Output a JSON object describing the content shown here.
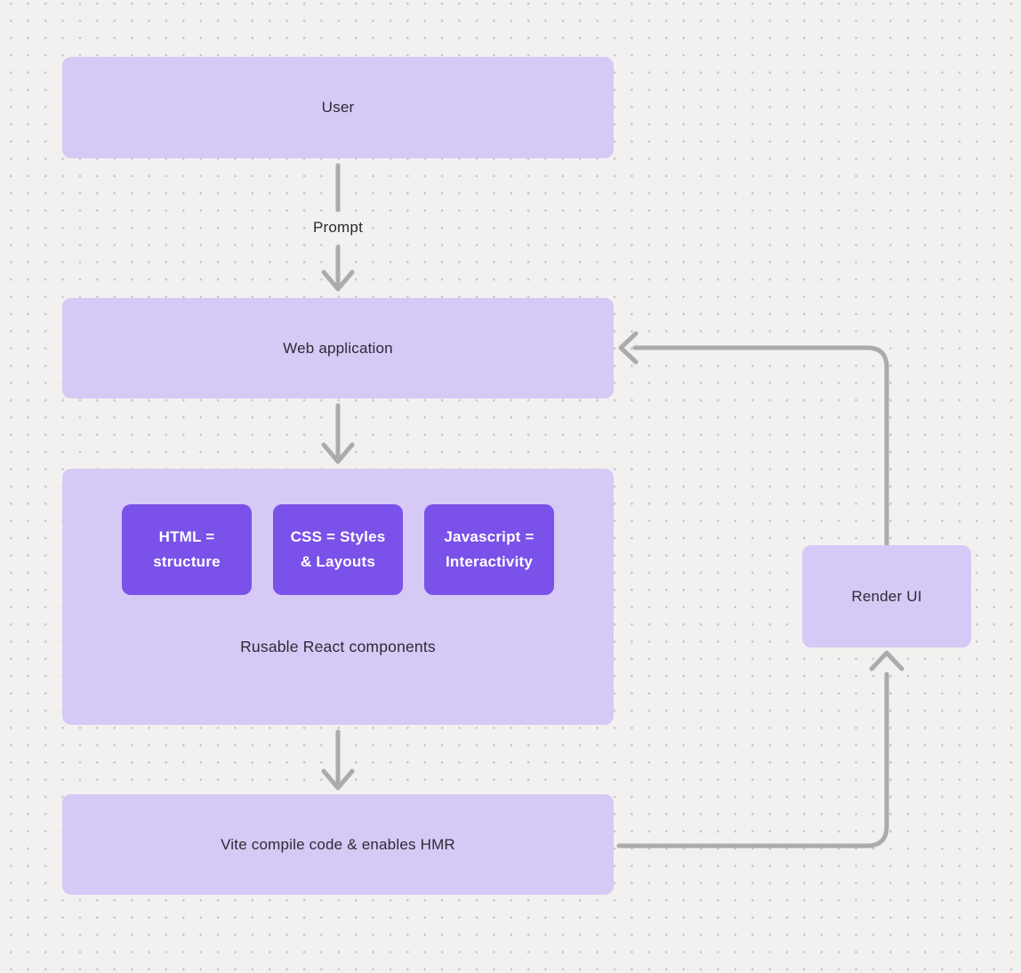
{
  "colors": {
    "canvas_bg": "#f2f1f0",
    "dot": "#c7c4c2",
    "node_fill": "#d6c9f6",
    "chip_fill": "#7a51e9",
    "chip_text": "#ffffff",
    "label_text": "#2e2a33",
    "connector": "#ababab"
  },
  "nodes": {
    "user": {
      "label": "User"
    },
    "web_application": {
      "label": "Web application"
    },
    "components_group": {
      "label": "Rusable React components",
      "chips": [
        {
          "line1": "HTML =",
          "line2": "structure"
        },
        {
          "line1": "CSS = Styles",
          "line2": "& Layouts"
        },
        {
          "line1": "Javascript =",
          "line2": "Interactivity"
        }
      ]
    },
    "vite": {
      "label": "Vite compile code & enables HMR"
    },
    "render_ui": {
      "label": "Render UI"
    }
  },
  "edges": {
    "prompt_label": "Prompt"
  }
}
